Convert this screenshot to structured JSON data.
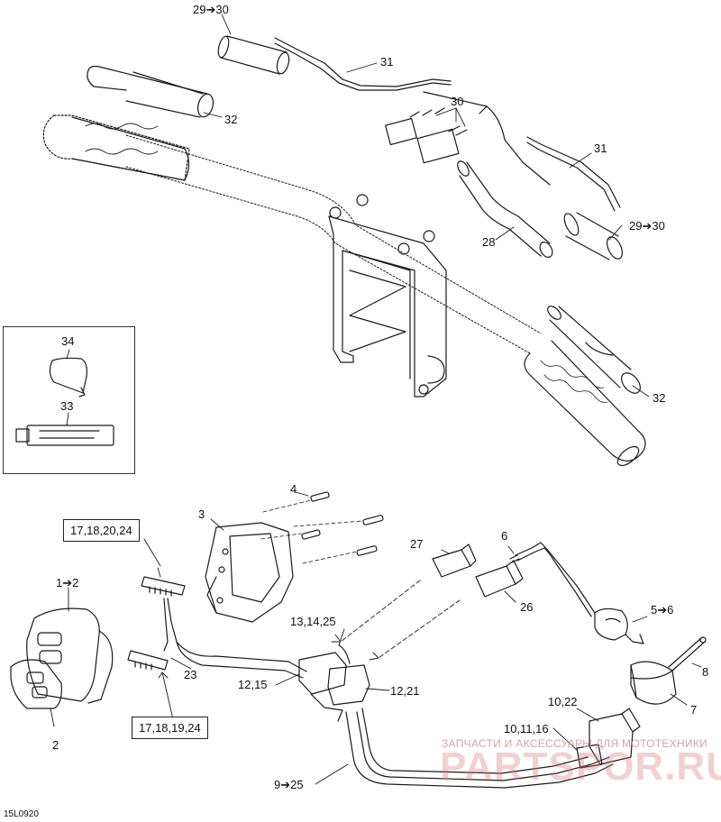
{
  "callouts": {
    "c29_30_top": "29➔30",
    "c31_top": "31",
    "c32_top": "32",
    "c30": "30",
    "c31_right": "31",
    "c29_30_right": "29➔30",
    "c28": "28",
    "c32_right": "32",
    "c34": "34",
    "c33": "33",
    "c4": "4",
    "c3": "3",
    "c1_2": "1➔2",
    "c27": "27",
    "c6": "6",
    "c26": "26",
    "c13_14_25": "13,14,25",
    "c5_6": "5➔6",
    "c12_15": "12,15",
    "c12_21": "12,21",
    "c23": "23",
    "c8": "8",
    "c7": "7",
    "c10_22": "10,22",
    "c10_11_16": "10,11,16",
    "c2": "2",
    "c9_25": "9➔25"
  },
  "boxed": {
    "box_top": "17,18,20,24",
    "box_bottom": "17,18,19,24"
  },
  "watermark": {
    "line1": "ЗАПЧАСТИ И АКСЕССУАРЫ ДЛЯ МОТОТЕХНИКИ",
    "line2": "PARTSPOR.RU"
  },
  "diagram_code": "15L0920"
}
